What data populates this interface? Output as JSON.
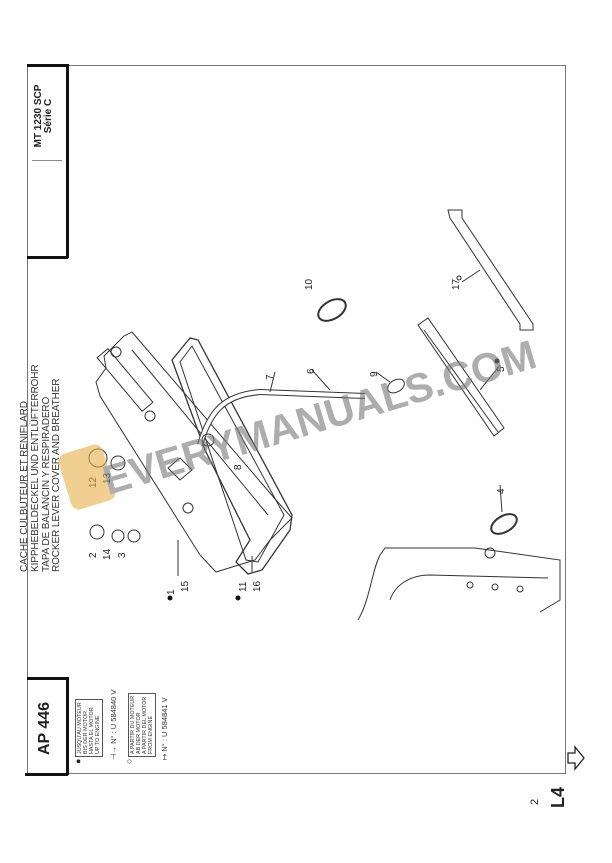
{
  "title_block": {
    "model": "MT 1230 SCP",
    "series": "Série C",
    "ref": "AP 446"
  },
  "heading": {
    "fr": "CACHE CULBUTEUR ET RENIFLARD",
    "de": "KIPPHEBELDECKEL UND ENTLÜFTERROHR",
    "es": "TAPA DE BALANCIN Y RESPIRADERO",
    "en": "ROCKER LEVER COVER AND BREATHER"
  },
  "legend": {
    "until": {
      "symbol": "●",
      "lines": [
        "JUSQU'AU MOTEUR",
        "BIS DER MOTOR",
        "HASTA EL MOTOR",
        "UP TO ENGINE"
      ],
      "serial": "N° : U 584840 V"
    },
    "from": {
      "symbol": "○",
      "lines": [
        "A PARTIR DU MOTEUR",
        "AB DER MOTOR",
        "A PARTIR DEL MOTOR",
        "FROM ENGINE"
      ],
      "serial": "N° : U 584841 V"
    }
  },
  "callouts": {
    "c1": "1",
    "c15": "15",
    "c11": "11",
    "c16": "16",
    "c2": "2",
    "c14": "14",
    "c3": "3",
    "c12": "12",
    "c13": "13",
    "c8": "8",
    "c7": "7",
    "c6": "6",
    "c9": "9",
    "c10": "10",
    "c17": "17",
    "c5": "5",
    "c4": "4"
  },
  "watermark": {
    "text": "EVERYMANUALS.COM",
    "logo_color": "#e8b04a"
  },
  "footer": {
    "page_number": "2",
    "section": "L4",
    "next_icon": "outline-arrow-right-icon"
  }
}
